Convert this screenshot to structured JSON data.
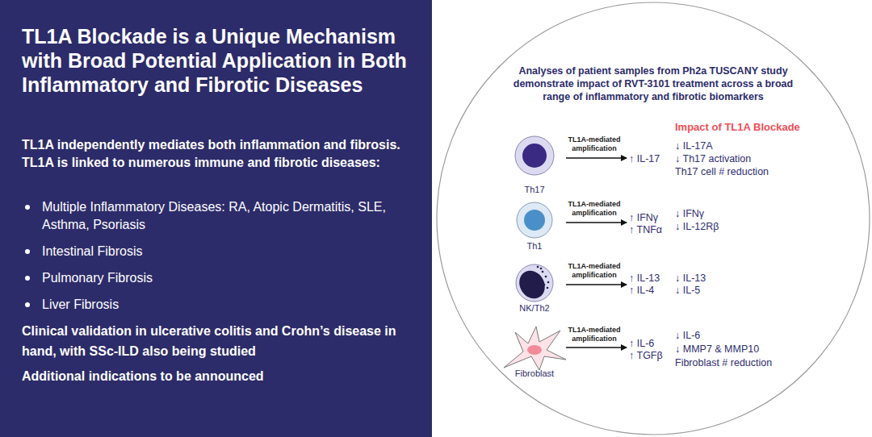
{
  "diagram": {
    "title": "TL1A Blockade is a Unique Mechanism with Broad Potential Application in Both Inflammatory and Fibrotic Diseases",
    "nodes": [
      {
        "text": [
          "Analyses of patient samples from Ph2a TUSCANY study demonstrate impact of RVT-3101 treatment across a broad range of inflammatory and fibrotic biomarkers"
        ]
      },
      {
        "text": [
          "Th17"
        ],
        "in": 0
      },
      {
        "text": [
          "Th1"
        ],
        "in": 0
      },
      {
        "text": [
          "NK/Th2"
        ],
        "in": 0
      },
      {
        "text": [
          "Fibroblast"
        ],
        "in": 0
      }
    ],
    "labels": [
      "TL1A independently mediates both inflammation and fibrosis. TL1A is linked to numerous immune and fibrotic diseases:",
      "Multiple Inflammatory Diseases: RA, Atopic Dermatitis, SLE, Asthma, Psoriasis",
      "Intestinal Fibrosis",
      "Pulmonary Fibrosis",
      "Liver Fibrosis",
      "Clinical validation in ulcerative colitis and Crohn’s disease in hand, with SSc-ILD also being studied",
      "Additional indications to be announced",
      "Impact of TL1A Blockade",
      "TL1A-mediated amplification",
      "↑ IL-17",
      "↓ IL-17A",
      "↓ Th17 activation",
      "Th17 cell # reduction",
      "TL1A-mediated amplification",
      "↑ IFNγ",
      "↑ TNFα",
      "↓ IFNγ",
      "↓ IL-12Rβ",
      "TL1A-mediated amplification",
      "↑ IL-13",
      "↑ IL-4",
      "↓ IL-13",
      "↓ IL-5",
      "TL1A-mediated amplification",
      "↑ IL-6",
      "↑ TGFβ",
      "↓ IL-6",
      "↓ MMP7 & MMP10",
      "Fibroblast # reduction"
    ]
  }
}
